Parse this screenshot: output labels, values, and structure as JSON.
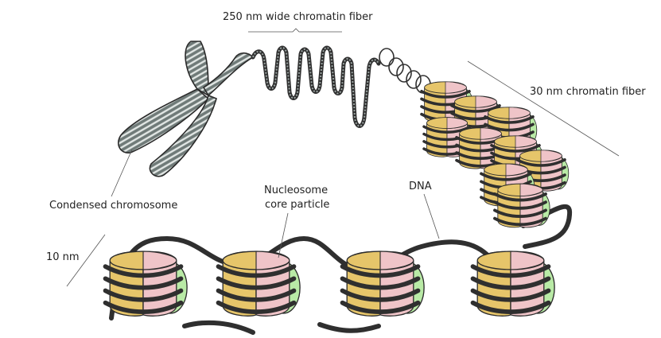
{
  "labels": {
    "fiber_250": "250 nm wide chromatin fiber",
    "fiber_30": "30 nm chromatin fiber",
    "chromosome": "Condensed chromosome",
    "nucleosome_line1": "Nucleosome",
    "nucleosome_line2": "core particle",
    "dna": "DNA",
    "ten_nm": "10 nm"
  },
  "colors": {
    "chromosome_fill": "#6f7a78",
    "chromosome_stripe": "#dfe4e2",
    "dna_strand": "#2f2f2f",
    "histone_yellow": "#e6c56a",
    "histone_pink": "#efc4c8",
    "histone_green": "#b9eaa6",
    "outline": "#2b2b2b"
  }
}
